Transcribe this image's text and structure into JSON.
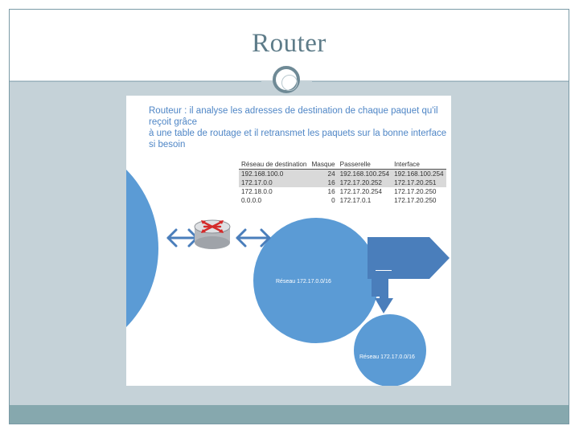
{
  "slide": {
    "title": "Router"
  },
  "figure": {
    "caption_line1": "Routeur : il analyse les adresses de destination de chaque paquet qu'il reçoit grâce",
    "caption_line2": "à une table de routage et il retransmet les paquets sur la bonne interface si besoin",
    "table": {
      "headers": [
        "Réseau de destination",
        "Masque",
        "Passerelle",
        "Interface"
      ],
      "rows": [
        [
          "192.168.100.0",
          "24",
          "192.168.100.254",
          "192.168.100.254"
        ],
        [
          "172.17.0.0",
          "16",
          "172.17.20.252",
          "172.17.20.251"
        ],
        [
          "172.18.0.0",
          "16",
          "172.17.20.254",
          "172.17.20.250"
        ],
        [
          "0.0.0.0",
          "0",
          "172.17.0.1",
          "172.17.20.250"
        ]
      ]
    },
    "network_label_middle": "Réseau 172.17.0.0/16",
    "network_label_bottom": "Réseau 172.17.0.0/16",
    "colors": {
      "network_blue": "#5b9bd5",
      "arrow_blue": "#4a7ebb",
      "caption_blue": "#4f86c6",
      "router_red": "#d42a2a",
      "slide_background": "#c5d2d8",
      "bottom_bar": "#86a8ae"
    },
    "icons": [
      "router-icon",
      "double-arrow-icon",
      "junction-arrow-icon"
    ]
  }
}
